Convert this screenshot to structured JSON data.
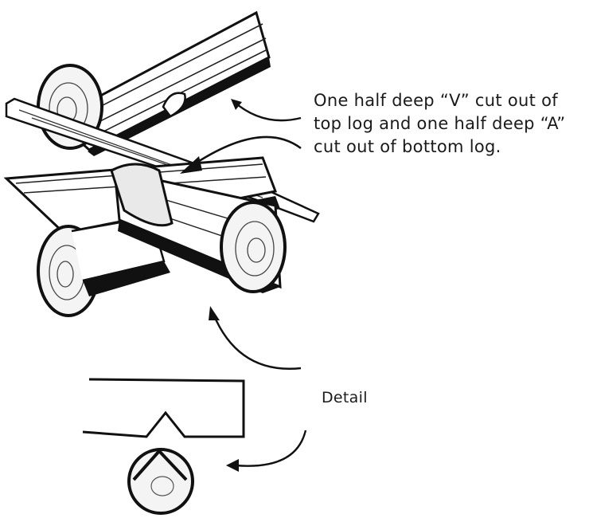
{
  "annotations": {
    "notch_lines": [
      "One half deep “V” cut out of",
      "top log and one half deep “A”",
      "cut out of bottom log."
    ],
    "detail_label": "Detail"
  },
  "colors": {
    "ink": "#111111",
    "paper": "#ffffff",
    "shade": "#8a8a8a"
  }
}
